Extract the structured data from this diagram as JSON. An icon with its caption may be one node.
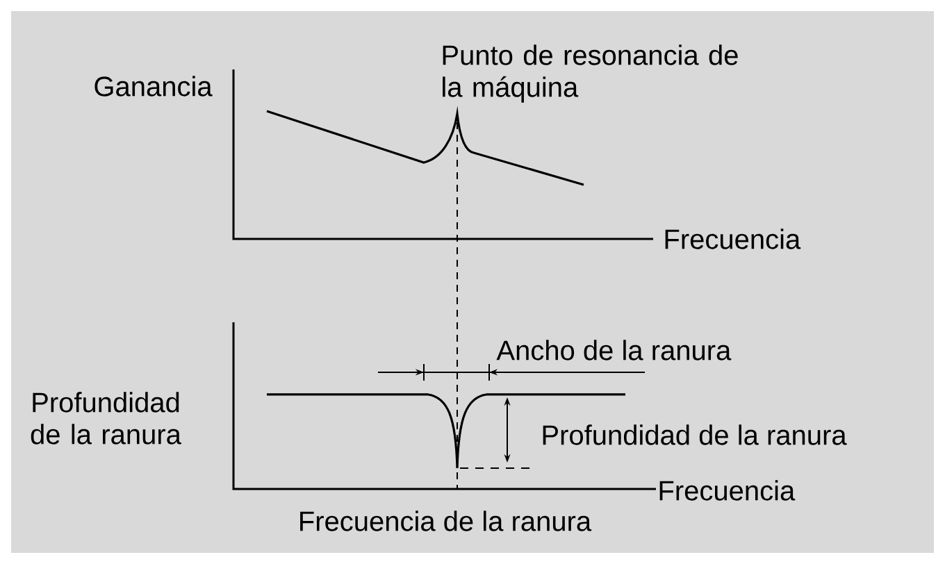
{
  "diagram": {
    "labels": [
      "Punto de resonancia de la máquina",
      "Ganancia",
      "Frecuencia",
      "Ancho de la ranura",
      "Profundidad de la ranura",
      "Profundidad de la ranura",
      "Frecuencia",
      "Frecuencia de la ranura"
    ]
  }
}
